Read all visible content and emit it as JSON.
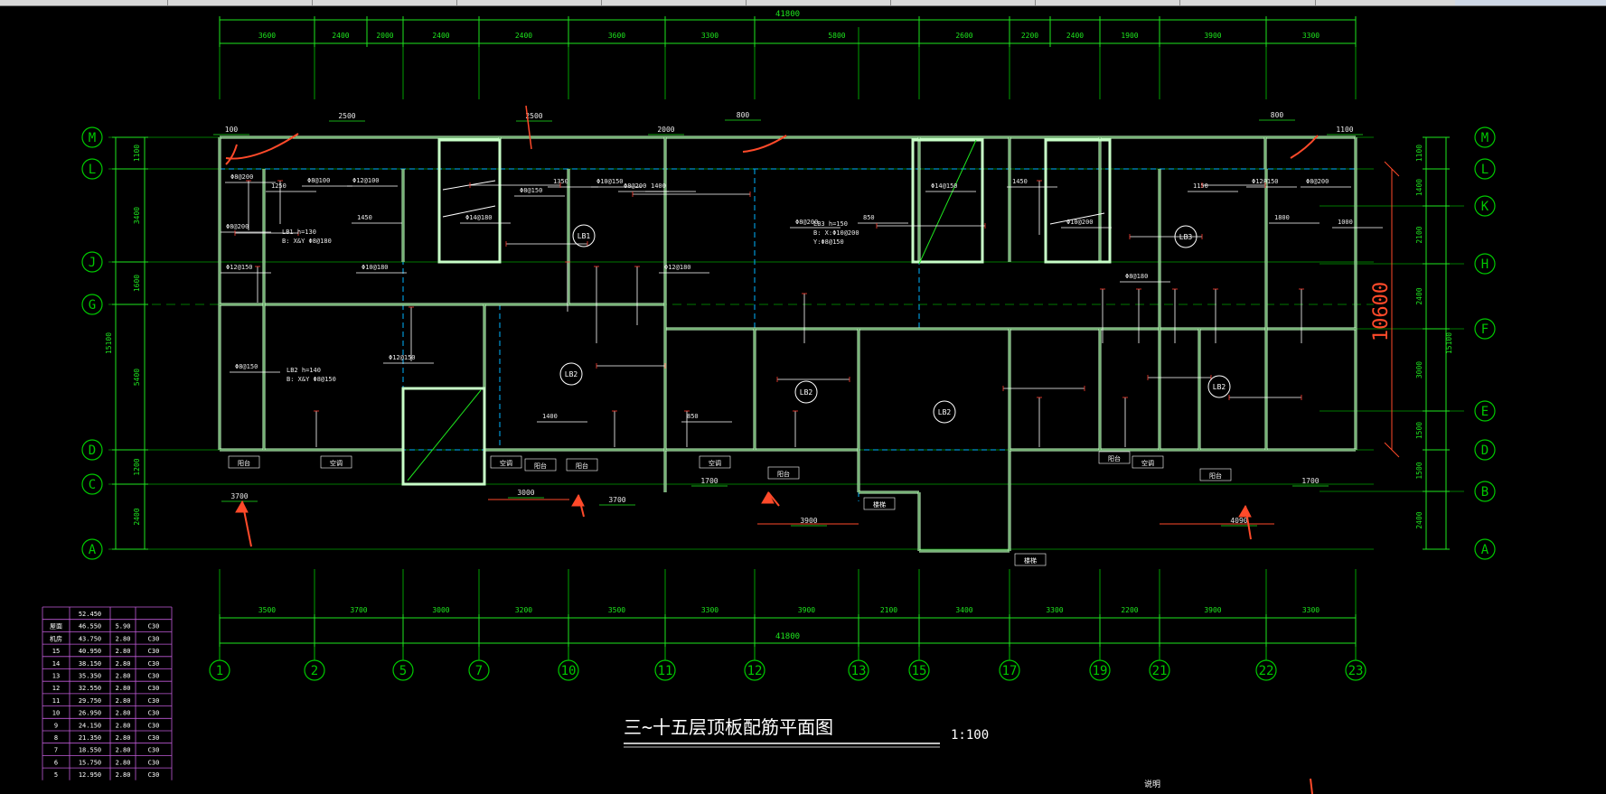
{
  "drawing": {
    "title": "三~十五层顶板配筋平面图",
    "scale": "1:100",
    "notes_label": "说明",
    "background": "#000000"
  },
  "colors": {
    "grid": "#00c800",
    "dim": "#1ee61e",
    "wall": "#c8ffc8",
    "beam": "#00b4ff",
    "rebar": "#ffffff",
    "rebar_red": "#ff3b30",
    "annot": "#e8e8e8",
    "highlight": "#ff4a2a"
  },
  "dims": {
    "overall": "41800",
    "top_segments": [
      "3600",
      "2400",
      "2000",
      "2400",
      "2400",
      "3600",
      "3300",
      "5800",
      "2600",
      "2200",
      "2400",
      "1900",
      "3900",
      "3300"
    ],
    "bottom_segments": [
      "3500",
      "3700",
      "3000",
      "3200",
      "3500",
      "3300",
      "3900",
      "2100",
      "3400",
      "3300",
      "2200",
      "3900",
      "3300"
    ],
    "left_segments": [
      "1100",
      "3400",
      "1600",
      "5400",
      "1200",
      "2400"
    ],
    "left_total": "15100",
    "right_segments": [
      "1100",
      "1400",
      "2100",
      "2400",
      "3000",
      "1500",
      "1500",
      "2400"
    ],
    "right_total": "15100",
    "right_red": "10600"
  },
  "axes": {
    "left": [
      "M",
      "L",
      "J",
      "G",
      "D",
      "C",
      "A"
    ],
    "right": [
      "M",
      "L",
      "K",
      "H",
      "F",
      "E",
      "D",
      "B",
      "A"
    ],
    "bottom": [
      "1",
      "2",
      "5",
      "7",
      "10",
      "11",
      "12",
      "13",
      "15",
      "17",
      "19",
      "21",
      "22",
      "23"
    ]
  },
  "slabs": [
    {
      "label": "LB1"
    },
    {
      "label": "LB2"
    },
    {
      "label": "LB3"
    },
    {
      "label": "LB2"
    },
    {
      "label": "LB2"
    },
    {
      "label": "LB2"
    }
  ],
  "slab_notes": [
    {
      "lines": [
        "LB1 h=130",
        "B: X&Y Φ8@180"
      ]
    },
    {
      "lines": [
        "LB3 h=150",
        "B: X:Φ10@200",
        "Y:Φ8@150"
      ]
    },
    {
      "lines": [
        "LB2 h=140",
        "B: X&Y Φ8@150"
      ]
    }
  ],
  "room_labels": [
    "阳台",
    "空调",
    "阳台",
    "空调",
    "阳台",
    "空调",
    "阳台",
    "阳台",
    "空调",
    "阳台",
    "楼梯",
    "楼梯"
  ],
  "rebar_texts": [
    "Φ8@200",
    "1250",
    "Φ8@100",
    "Φ12@100",
    "Φ8@200",
    "1450",
    "Φ12@150",
    "Φ10@180",
    "Φ14@180",
    "Φ8@150",
    "1350",
    "Φ10@150",
    "Φ8@200",
    "1400",
    "Φ12@180",
    "Φ8@200",
    "850",
    "Φ14@150",
    "1450",
    "Φ10@200",
    "Φ8@180",
    "1150",
    "Φ12@150",
    "1800",
    "Φ8@200",
    "1000",
    "Φ8@150",
    "Φ12@150",
    "1400",
    "850"
  ],
  "opening_dims": [
    "2500",
    "2500",
    "2000",
    "800",
    "800",
    "1100",
    "100",
    "3700",
    "3000",
    "3700",
    "3900",
    "4090",
    "1700",
    "1700"
  ],
  "level_table": {
    "headers": [
      "",
      "52.450",
      "",
      ""
    ],
    "rows": [
      [
        "屋面",
        "46.550",
        "5.90",
        "C30"
      ],
      [
        "机房",
        "43.750",
        "2.80",
        "C30"
      ],
      [
        "15",
        "40.950",
        "2.80",
        "C30"
      ],
      [
        "14",
        "38.150",
        "2.80",
        "C30"
      ],
      [
        "13",
        "35.350",
        "2.80",
        "C30"
      ],
      [
        "12",
        "32.550",
        "2.80",
        "C30"
      ],
      [
        "11",
        "29.750",
        "2.80",
        "C30"
      ],
      [
        "10",
        "26.950",
        "2.80",
        "C30"
      ],
      [
        "9",
        "24.150",
        "2.80",
        "C30"
      ],
      [
        "8",
        "21.350",
        "2.80",
        "C30"
      ],
      [
        "7",
        "18.550",
        "2.80",
        "C30"
      ],
      [
        "6",
        "15.750",
        "2.80",
        "C30"
      ],
      [
        "5",
        "12.950",
        "2.80",
        "C30"
      ]
    ]
  }
}
